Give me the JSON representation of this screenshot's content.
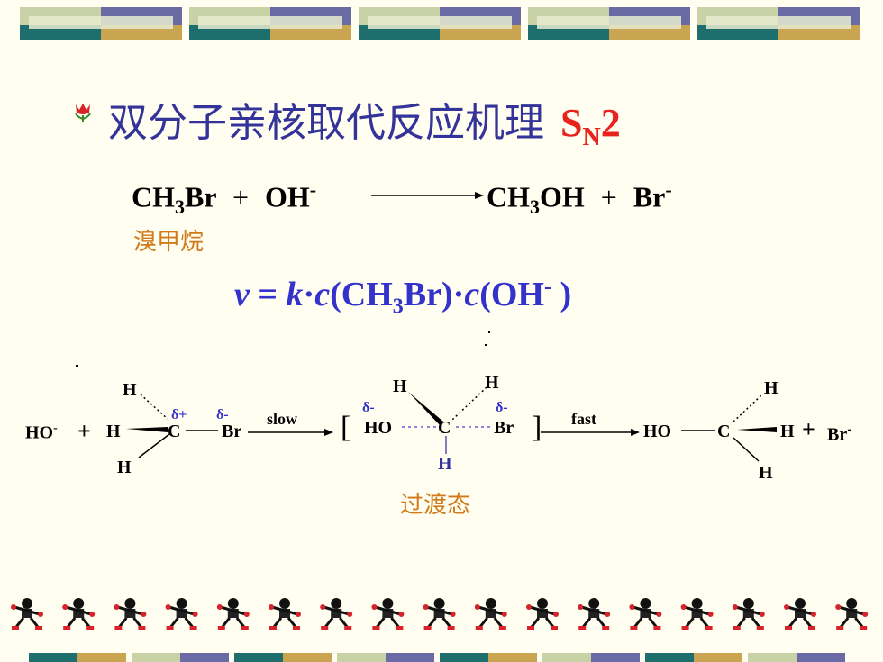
{
  "colors": {
    "background": "#fffef0",
    "title": "#33339a",
    "sn": "#e8231e",
    "label": "#d07a1a",
    "rate": "#3333cc"
  },
  "slide": {
    "title": "双分子亲核取代反应机理",
    "sn_main": "S",
    "sn_sub": "N",
    "sn_num": "2",
    "bullet_icon": "tulip-icon"
  },
  "equation": {
    "reactant1": "CH",
    "reactant1_sub": "3",
    "reactant1_end": "Br",
    "plus1": "+",
    "reactant2": "OH",
    "reactant2_sup": "-",
    "product1": "CH",
    "product1_sub": "3",
    "product1_end": "OH",
    "plus2": "+",
    "product2": "Br",
    "product2_sup": "-",
    "reactant_name": "溴甲烷"
  },
  "rate_law": {
    "v": "v",
    "eq": " = ",
    "k": "k",
    "c1": "c",
    "open1": "(CH",
    "sub1": "3",
    "close1": "Br)",
    "dot": "·",
    "c2": "c",
    "open2": "(OH",
    "sup2": "-",
    "close2": " )"
  },
  "mechanism": {
    "ho": "HO",
    "ho_charge": "-",
    "plus": "+",
    "h_left": "H",
    "h_top": "H",
    "h_bottom": "H",
    "carbon": "C",
    "delta_plus": "δ+",
    "delta_minus": "δ-",
    "br": "Br",
    "slow": "slow",
    "bracket_open": "[",
    "ts_delta_left": "δ-",
    "ts_ho": "HO",
    "ts_c": "C",
    "ts_br": "Br",
    "ts_delta_right": "δ-",
    "ts_h_top_left": "H",
    "ts_h_top_right": "H",
    "ts_h_bottom": "H",
    "bracket_close": "]",
    "fast": "fast",
    "p_ho": "HO",
    "p_c": "C",
    "p_h_top": "H",
    "p_h_right": "H",
    "p_h_bottom": "H",
    "p_plus": "+",
    "p_br": "Br",
    "p_br_charge": "-",
    "ts_label": "过渡态"
  }
}
